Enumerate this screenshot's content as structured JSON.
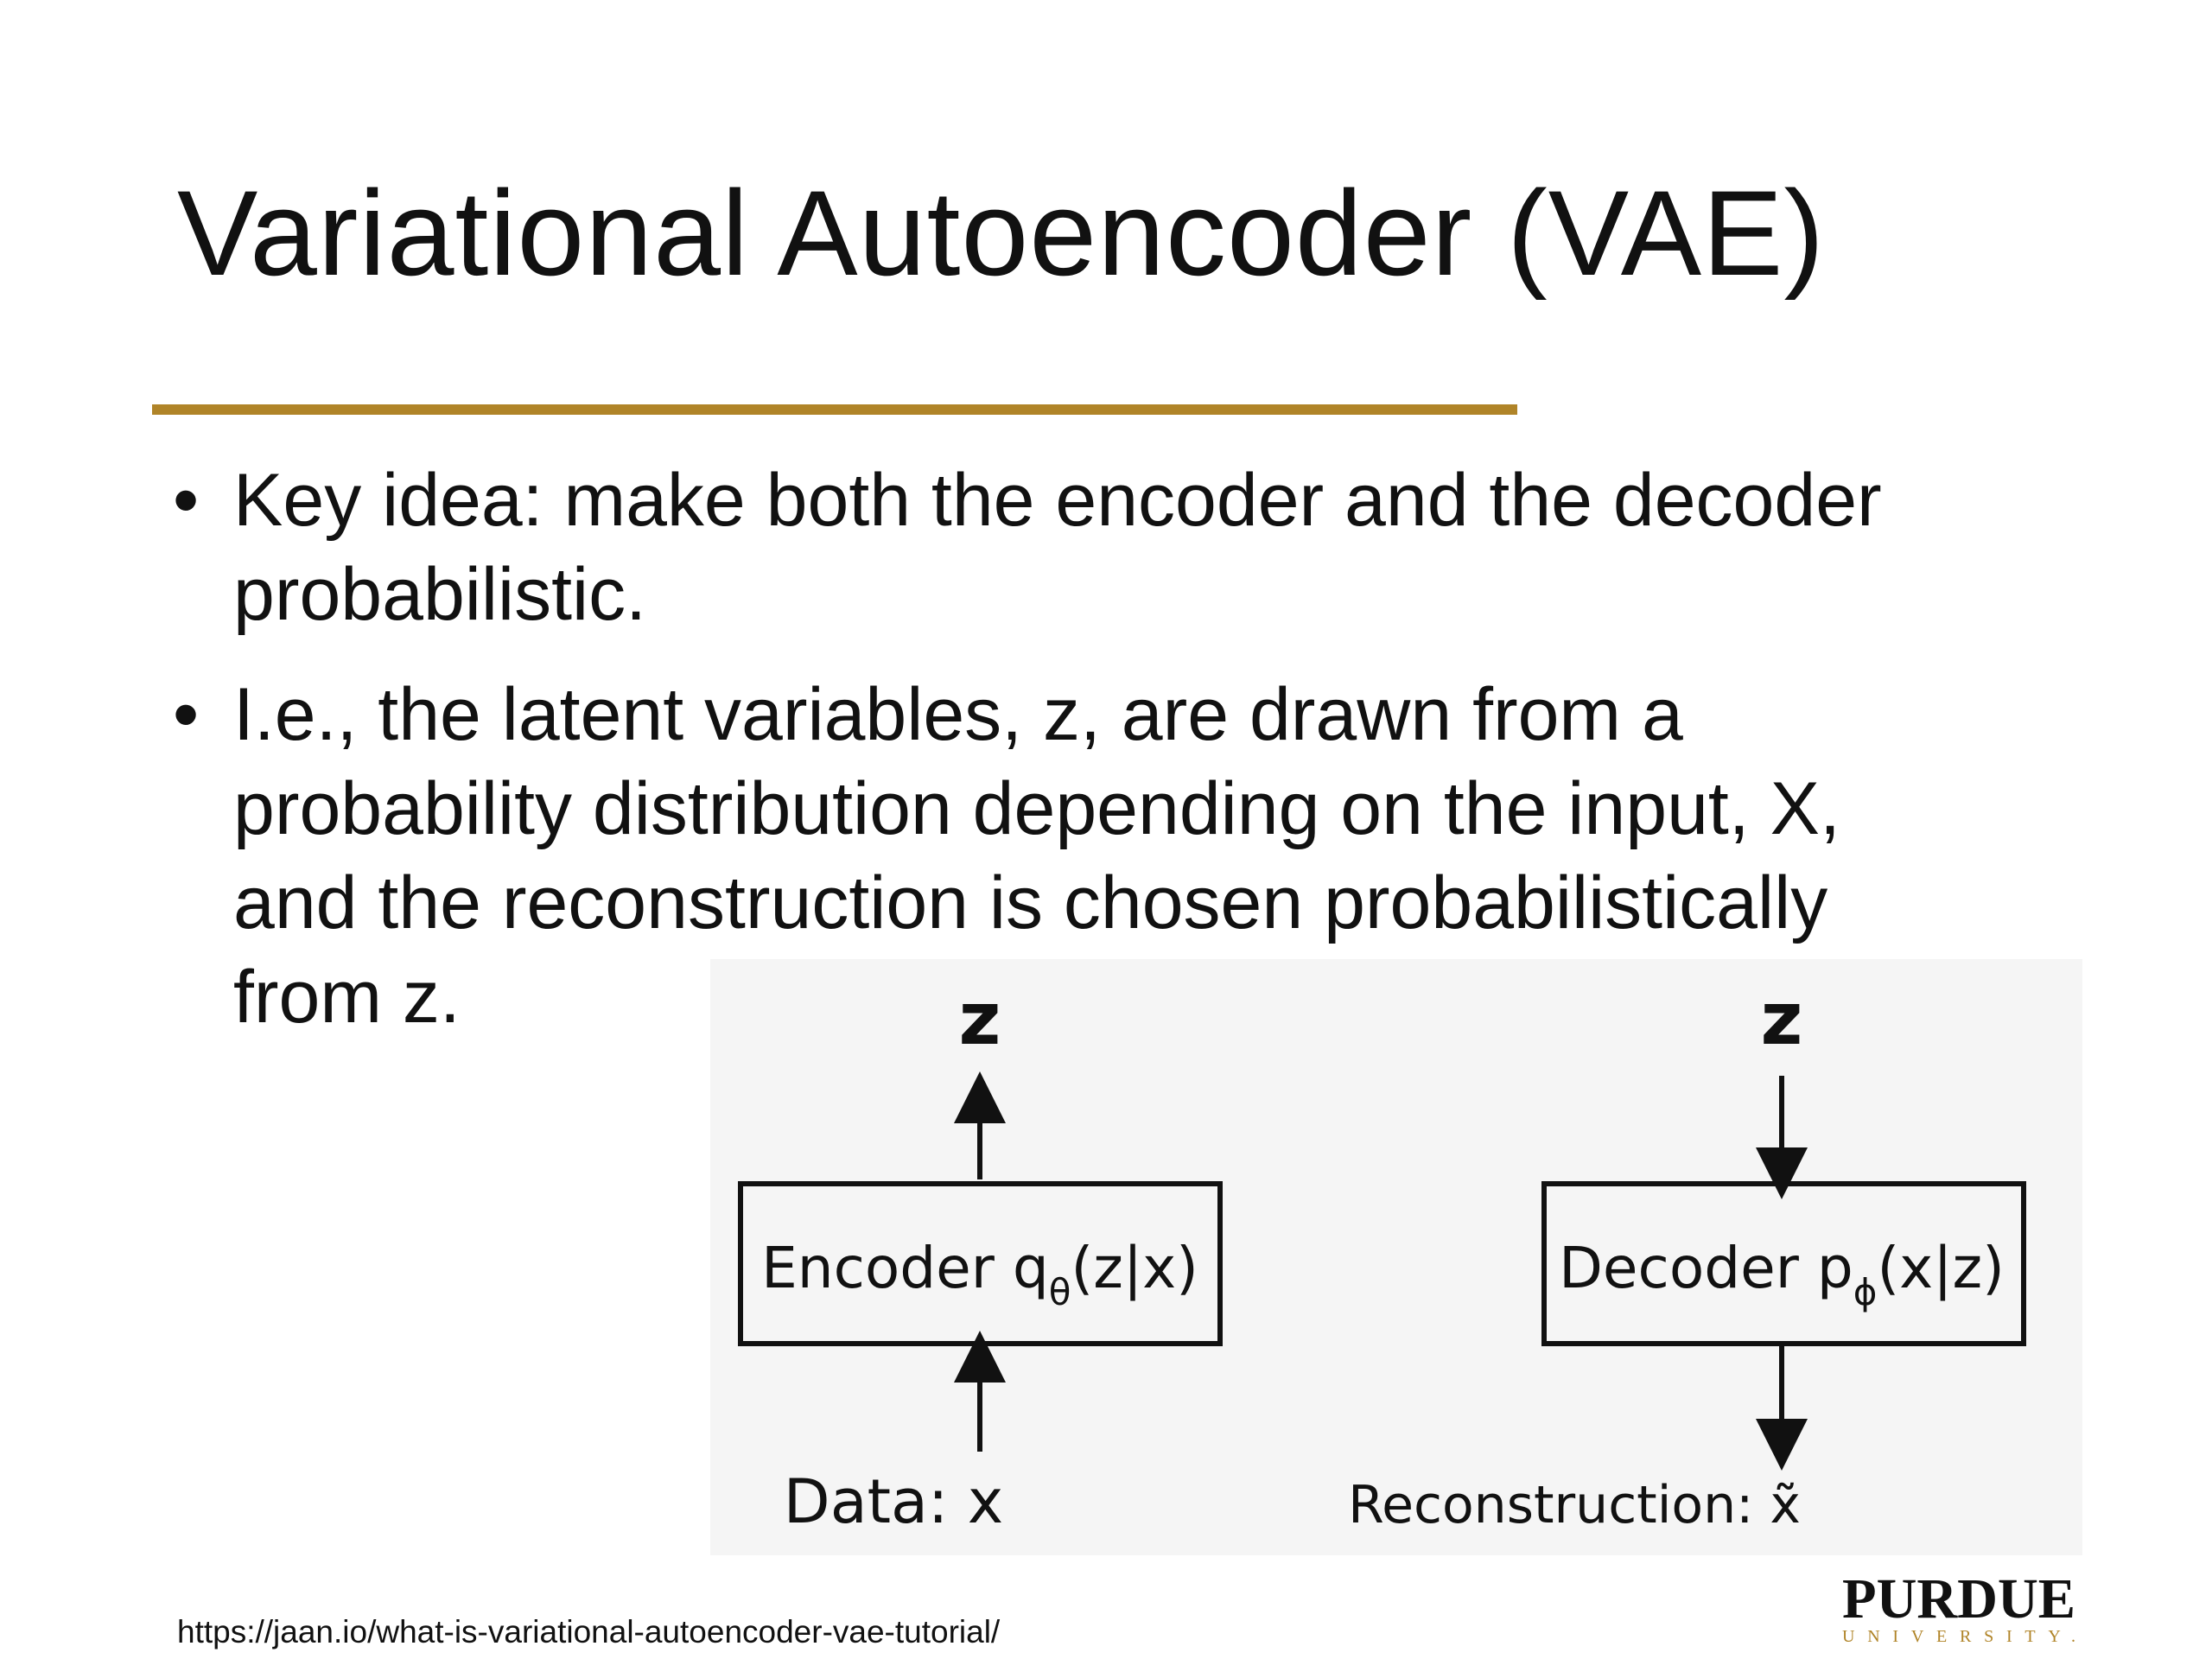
{
  "slide": {
    "title": "Variational Autoencoder (VAE)",
    "bullets": [
      {
        "text": "Key idea:  make both the encoder and the decoder probabilistic."
      },
      {
        "text": "I.e., the latent variables, z, are drawn from a probability distribution depending on the input, X, and the reconstruction is chosen probabilistically from z."
      }
    ],
    "bullet_symbol": "•",
    "footer_url": "https://jaan.io/what-is-variational-autoencoder-vae-tutorial/"
  },
  "diagram": {
    "encoder": {
      "latent": "z",
      "label": "Encoder q",
      "subscript": "θ",
      "args": "(z|x)",
      "input": "Data: x"
    },
    "decoder": {
      "latent": "z",
      "label": "Decoder p",
      "subscript": "ϕ",
      "args": "(x|z)",
      "output": "Reconstruction: x̃"
    }
  },
  "logo": {
    "name": "PURDUE",
    "sub": "UNIVERSITY."
  },
  "colors": {
    "accent_rule": "#b08428",
    "text": "#111111",
    "figure_background": "#f5f5f5"
  }
}
